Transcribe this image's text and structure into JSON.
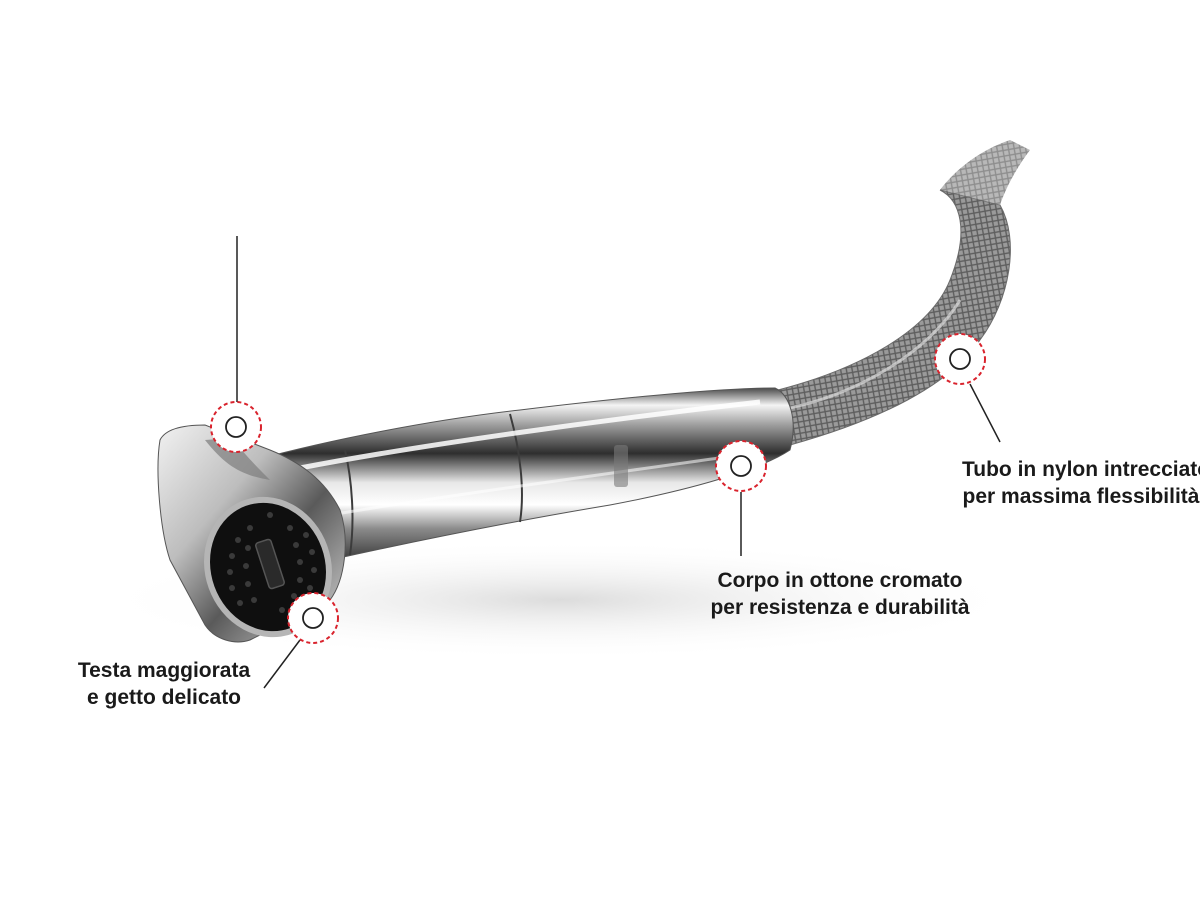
{
  "image": {
    "subject": "chrome-hand-shower-with-braided-hose",
    "background_color": "#ffffff",
    "marker_color": "#d9232d"
  },
  "callouts": [
    {
      "id": "head",
      "lines": [
        "Testa maggiorata",
        "e getto delicato"
      ]
    },
    {
      "id": "body",
      "lines": [
        "Corpo in ottone cromato",
        "per resistenza e durabilità"
      ]
    },
    {
      "id": "hose",
      "lines": [
        "Tubo in nylon intrecciato",
        "per massima flessibilità"
      ]
    },
    {
      "id": "top",
      "lines": []
    }
  ]
}
